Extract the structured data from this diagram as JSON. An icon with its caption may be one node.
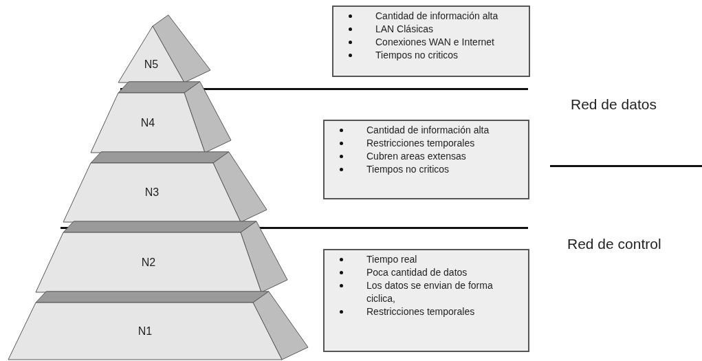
{
  "diagram": {
    "nodes": [
      {
        "text": [
          "N5"
        ]
      },
      {
        "text": [
          "N4"
        ]
      },
      {
        "text": [
          "N3"
        ]
      },
      {
        "text": [
          "N2"
        ]
      },
      {
        "text": [
          "N1"
        ]
      },
      {
        "text": [
          "Cantidad de información alta",
          "LAN Clásicas",
          "Conexiones WAN e Internet",
          "Tiempos no criticos"
        ]
      },
      {
        "text": [
          "Cantidad de información alta",
          "Restricciones temporales",
          "Cubren areas extensas",
          "Tiempos no criticos"
        ]
      },
      {
        "text": [
          "Tiempo real",
          "Poca cantidad de datos",
          "Los datos se envian de forma ciclica,",
          "Restricciones temporales"
        ]
      }
    ],
    "labels": [
      "Red de datos",
      "Red de control"
    ]
  }
}
